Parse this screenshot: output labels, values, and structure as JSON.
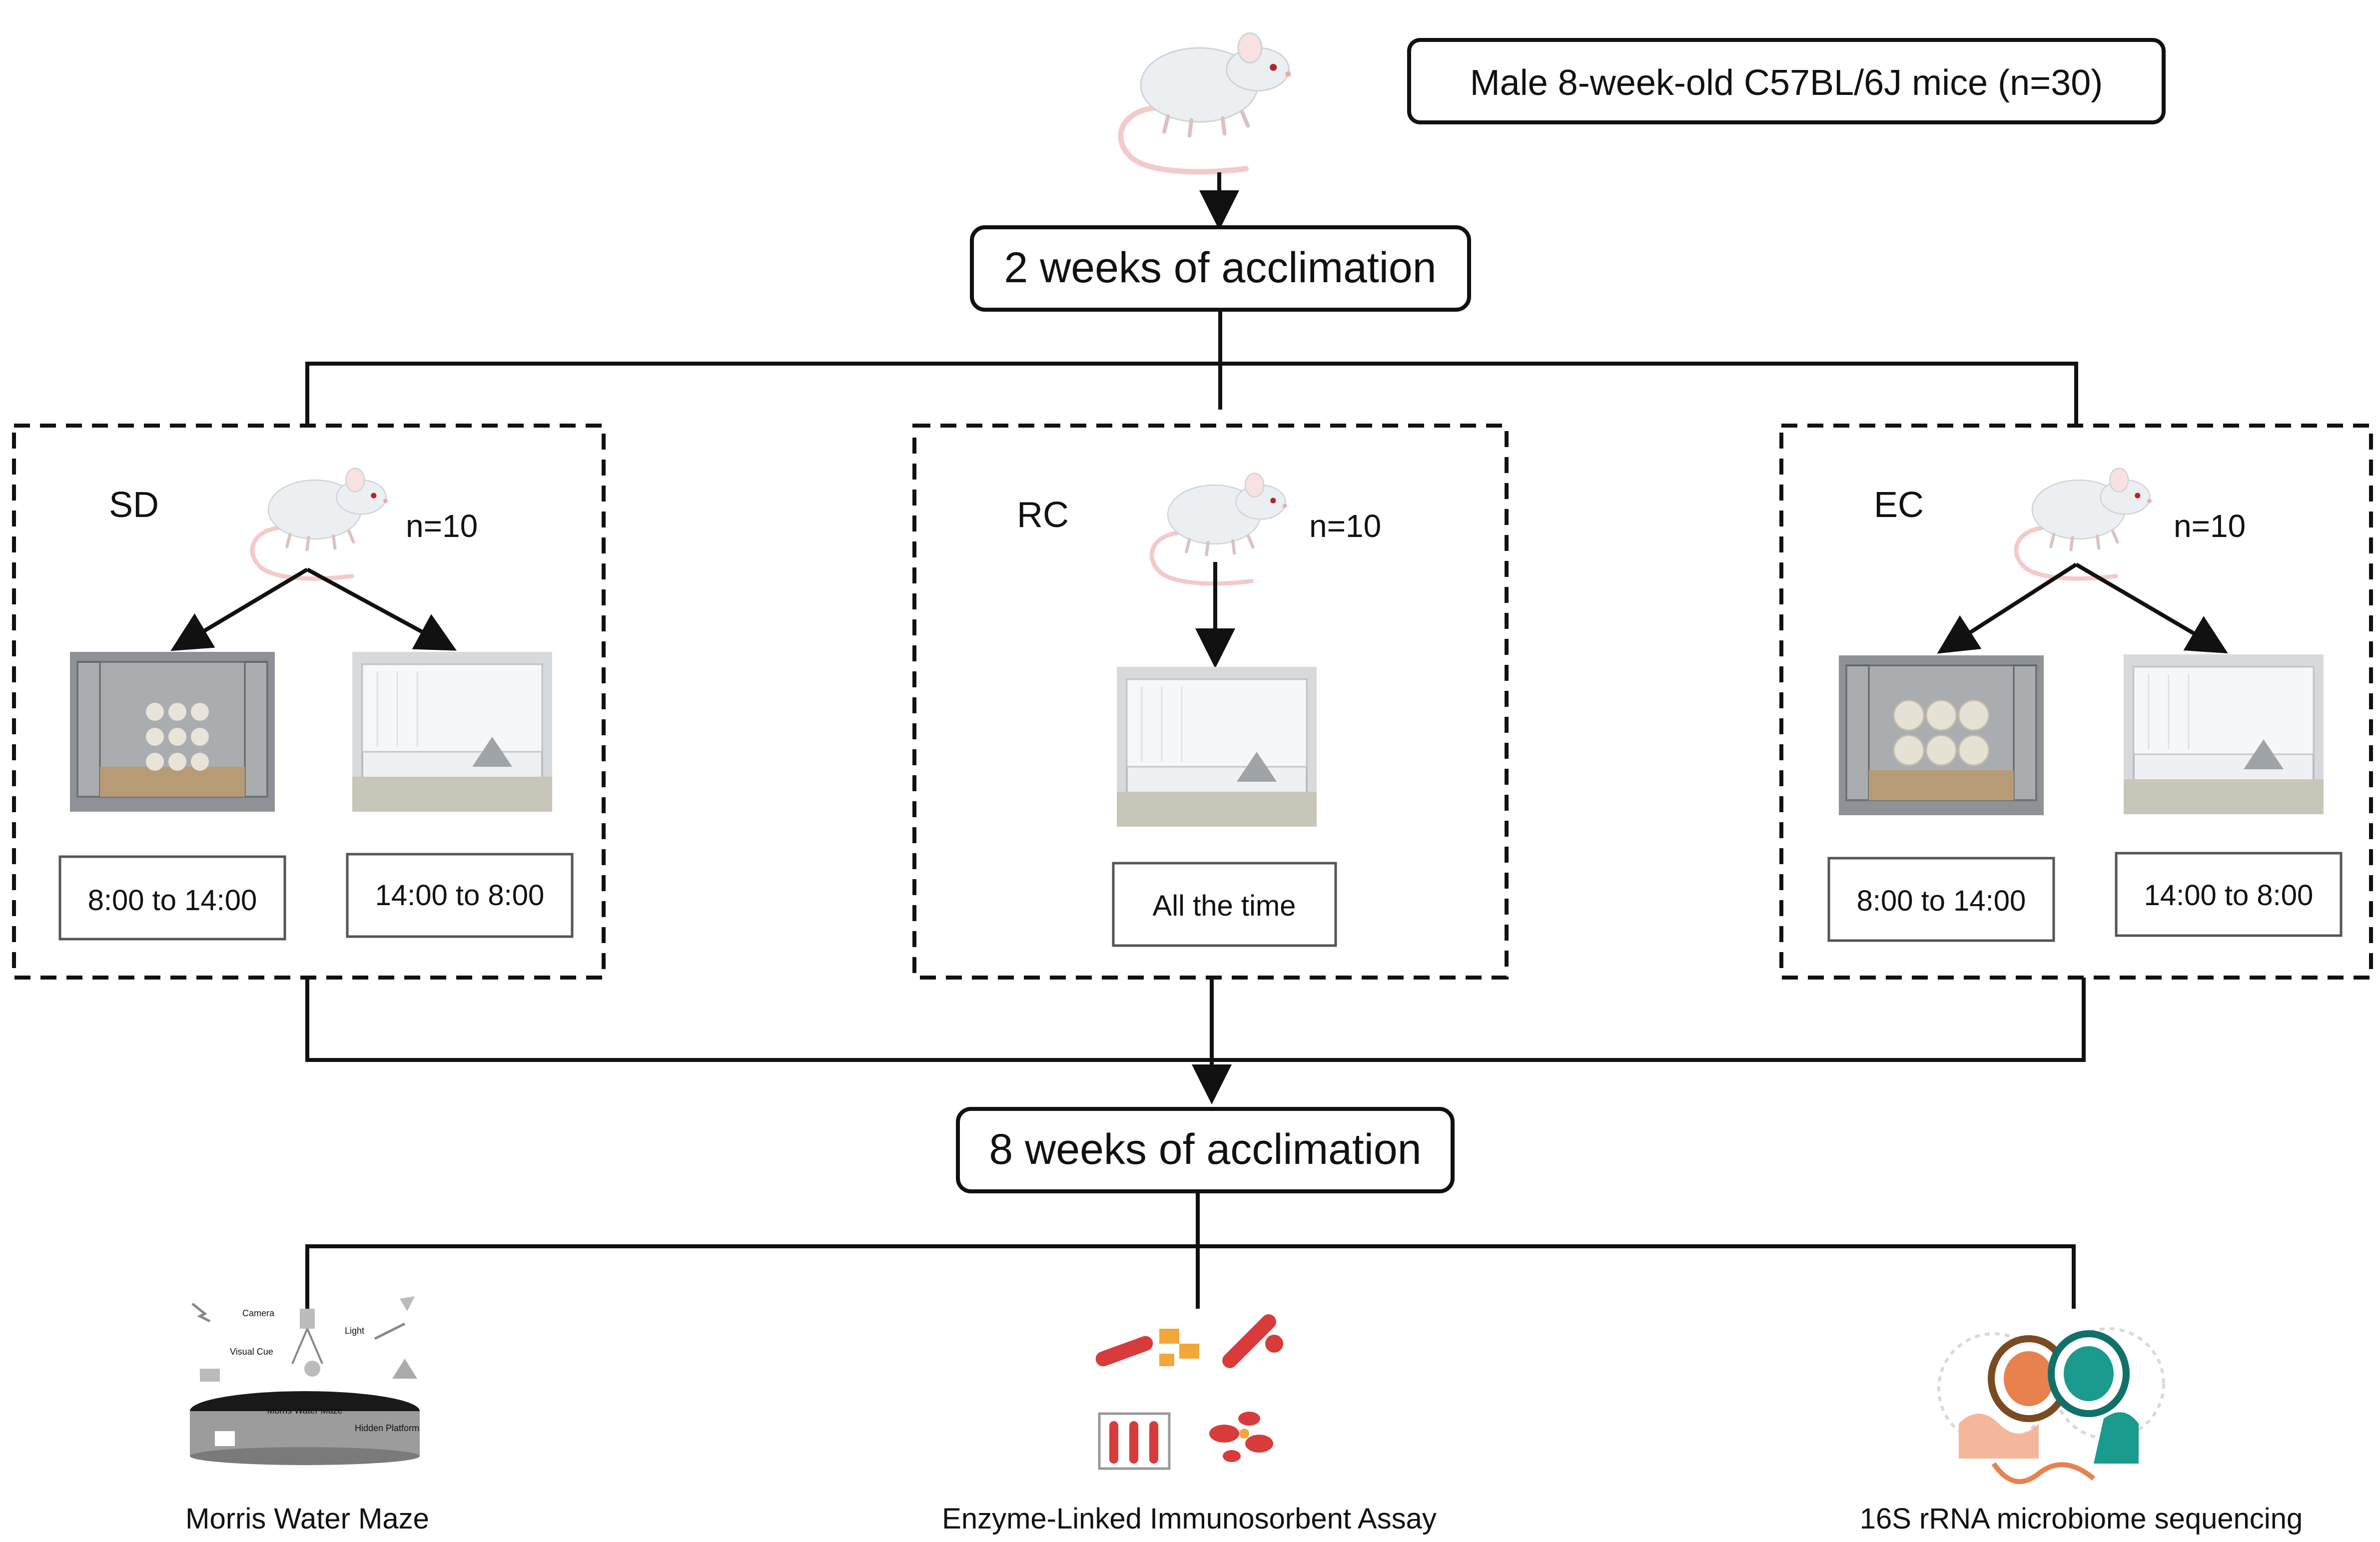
{
  "header": {
    "population_label": "Male 8-week-old C57BL/6J mice (n=30)"
  },
  "steps": {
    "acclimation_1": "2 weeks of acclimation",
    "acclimation_2": "8 weeks of acclimation"
  },
  "groups": [
    {
      "name": "SD",
      "n": "n=10",
      "schedules": [
        "8:00 to 14:00",
        "14:00 to 8:00"
      ]
    },
    {
      "name": "RC",
      "n": "n=10",
      "schedules": [
        "All the time"
      ]
    },
    {
      "name": "EC",
      "n": "n=10",
      "schedules": [
        "8:00 to 14:00",
        "14:00 to 8:00"
      ]
    }
  ],
  "assays": [
    {
      "label": "Morris Water Maze",
      "icon": "morris-water-maze-icon"
    },
    {
      "label": "Enzyme-Linked Immunosorbent Assay",
      "icon": "elisa-icon"
    },
    {
      "label": "16S rRNA microbiome sequencing",
      "icon": "microbiome-icon"
    }
  ],
  "maze_sublabels": {
    "camera": "Camera",
    "light": "Light",
    "visual_cue": "Visual Cue",
    "title": "Morris Water Maze",
    "platform": "Hidden Platform"
  },
  "colors": {
    "line": "#111111",
    "mouse_body": "#eceff1",
    "mouse_tail": "#f3c9c9",
    "cage_gray": "#c9cdd0",
    "blood_red": "#d83b3b",
    "elisa_orange": "#f1a73a",
    "gut_teal": "#1a9b8e",
    "gut_orange": "#e7824f"
  }
}
